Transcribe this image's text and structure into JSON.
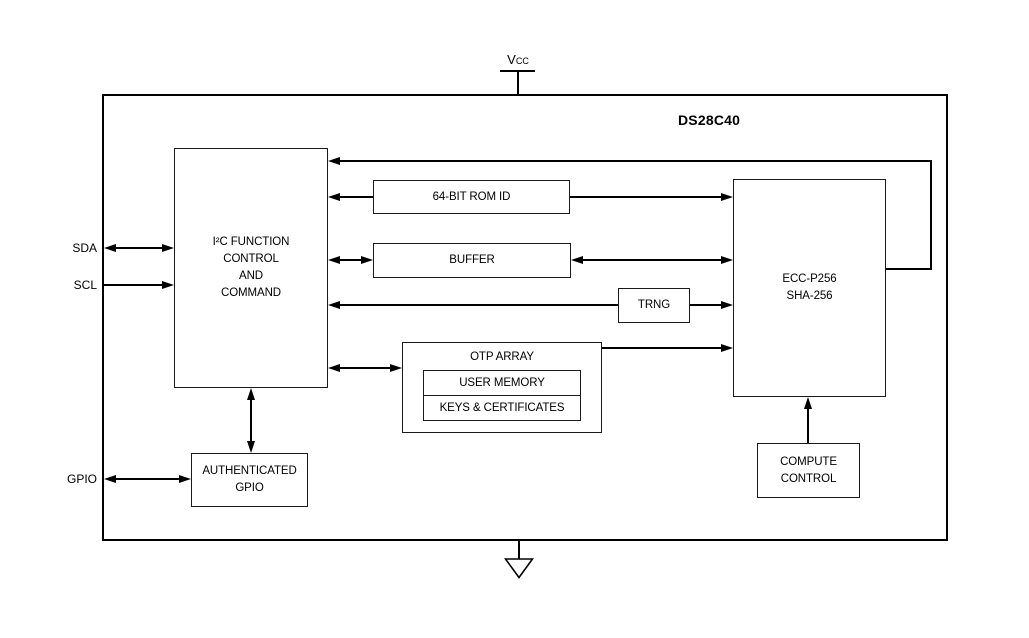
{
  "chip": {
    "name": "DS28C40"
  },
  "power": {
    "vcc_main": "V",
    "vcc_sub": "CC"
  },
  "pins": {
    "sda": "SDA",
    "scl": "SCL",
    "gpio": "GPIO"
  },
  "blocks": {
    "i2c": {
      "line1": "I²C FUNCTION",
      "line2": "CONTROL",
      "line3": "AND",
      "line4": "COMMAND"
    },
    "rom_id": {
      "label": "64-BIT ROM ID"
    },
    "buffer": {
      "label": "BUFFER"
    },
    "trng": {
      "label": "TRNG"
    },
    "otp": {
      "title": "OTP ARRAY",
      "user_memory": "USER MEMORY",
      "keys_certificates": "KEYS & CERTIFICATES"
    },
    "ecc": {
      "line1": "ECC-P256",
      "line2": "SHA-256"
    },
    "compute_control": {
      "line1": "COMPUTE",
      "line2": "CONTROL"
    },
    "auth_gpio": {
      "line1": "AUTHENTICATED",
      "line2": "GPIO"
    }
  },
  "colors": {
    "line": "#000000",
    "background": "#ffffff"
  }
}
